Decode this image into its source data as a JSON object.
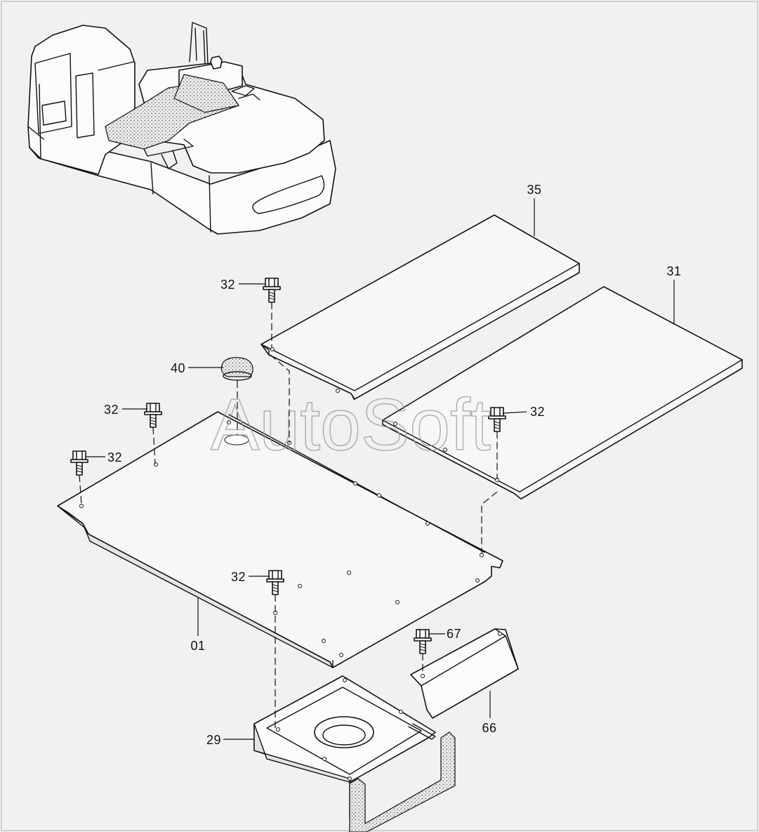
{
  "watermark": "AutoSoft",
  "callouts": {
    "c35": "35",
    "c31": "31",
    "c32a": "32",
    "c40": "40",
    "c32b": "32",
    "c32c": "32",
    "c32d": "32",
    "c32e": "32",
    "c01": "01",
    "c67": "67",
    "c66": "66",
    "c29": "29"
  },
  "colors": {
    "background": "#f1f1f1",
    "line": "#111111",
    "watermark": "#9a9a9a"
  }
}
